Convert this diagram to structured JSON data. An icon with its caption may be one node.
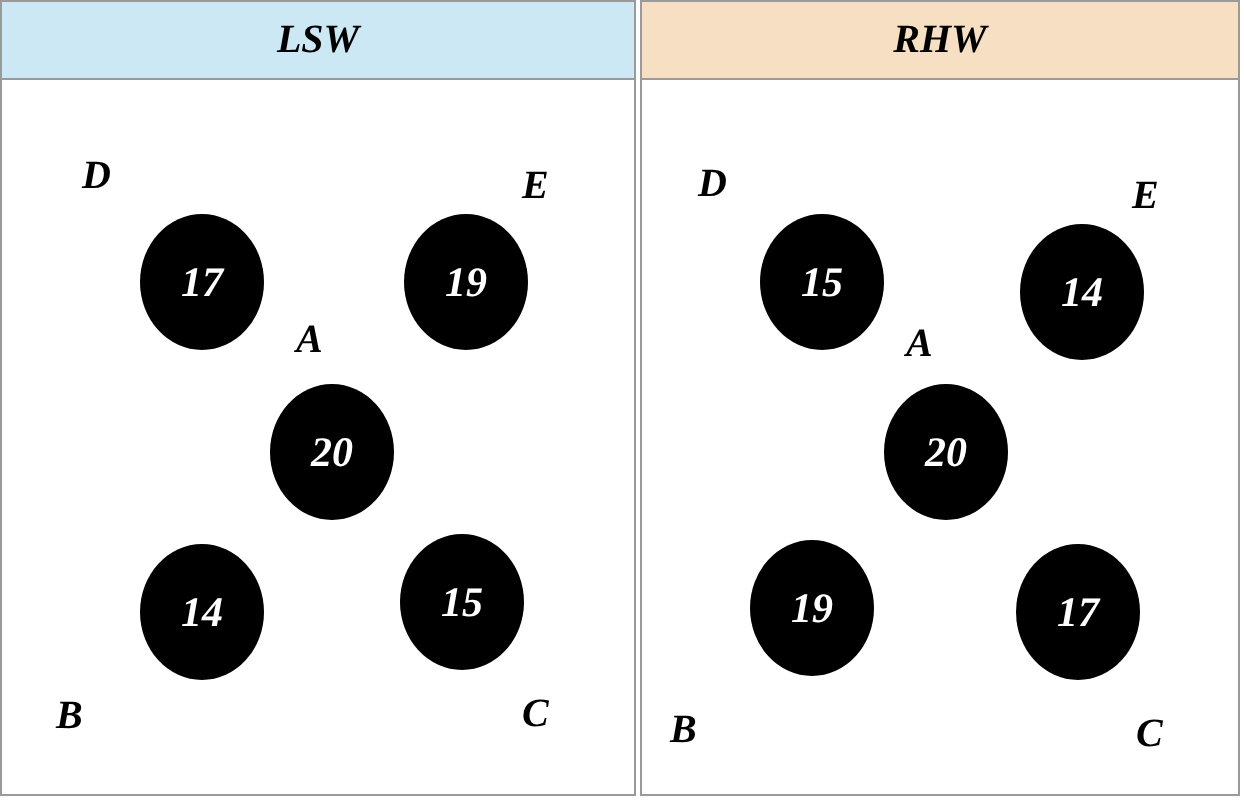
{
  "diagram": {
    "nodes": [
      {
        "text": [
          "LSW"
        ]
      },
      {
        "text": [
          "17"
        ],
        "in": 0
      },
      {
        "text": [
          "19"
        ],
        "in": 0
      },
      {
        "text": [
          "20"
        ],
        "in": 0
      },
      {
        "text": [
          "14"
        ],
        "in": 0
      },
      {
        "text": [
          "15"
        ],
        "in": 0
      },
      {
        "text": [
          "RHW"
        ]
      },
      {
        "text": [
          "15"
        ],
        "in": 6
      },
      {
        "text": [
          "14"
        ],
        "in": 6
      },
      {
        "text": [
          "20"
        ],
        "in": 6
      },
      {
        "text": [
          "19"
        ],
        "in": 6
      },
      {
        "text": [
          "17"
        ],
        "in": 6
      }
    ],
    "edges": [],
    "labels": [
      "D",
      "E",
      "A",
      "B",
      "C",
      "D",
      "E",
      "A",
      "B",
      "C"
    ]
  }
}
